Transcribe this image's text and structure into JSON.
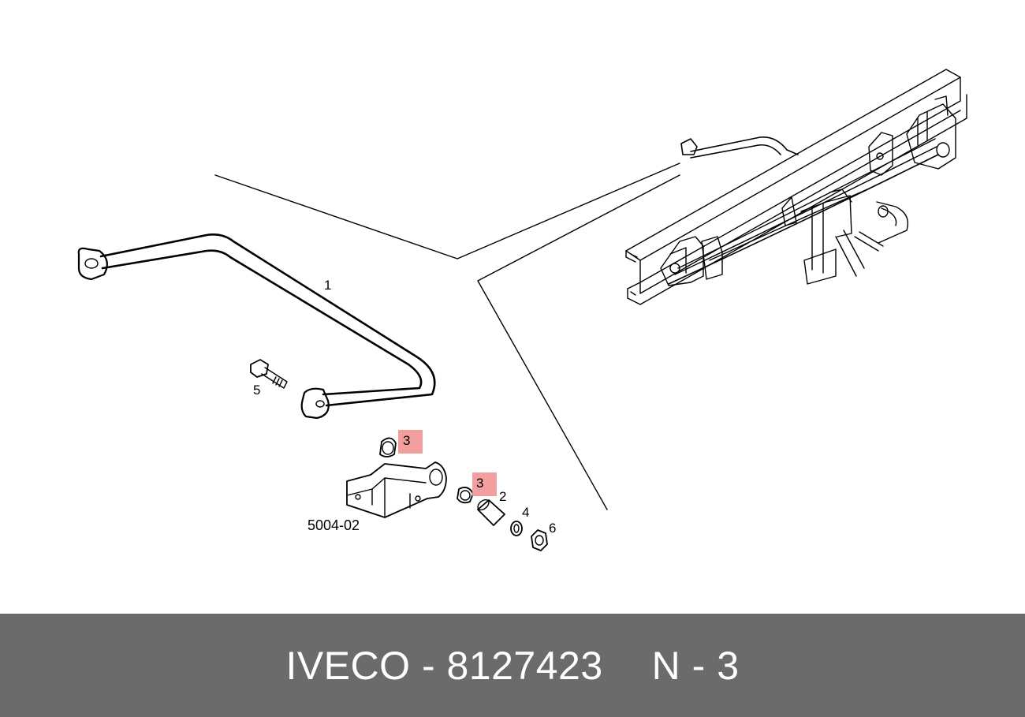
{
  "callouts": {
    "c1": "1",
    "c2": "2",
    "c3a": "3",
    "c3b": "3",
    "c4": "4",
    "c5": "5",
    "c6": "6",
    "group": "5004-02"
  },
  "highlight_color": "#f29a9a",
  "footer": {
    "brand": "IVECO",
    "sep1": "-",
    "part_number": "8127423",
    "n_label": "N",
    "sep2": "-",
    "n_value": "3"
  },
  "footer_color": "#6b6b6b"
}
